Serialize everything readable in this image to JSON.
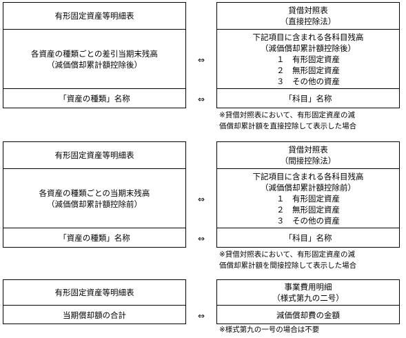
{
  "sections": [
    {
      "left": {
        "header": "有形固定資産等明細表",
        "middle": [
          "各資産の種類ごとの差引当期末残高",
          "（減価償却累計額控除後）"
        ],
        "bottom": "「資産の種類」名称"
      },
      "right": {
        "header": [
          "貸借対照表",
          "（直接控除法）"
        ],
        "middle": [
          "下記項目に含まれる各科目残高",
          "（減価償却累計額控除後）",
          "１　有形固定資産",
          "２　無形固定資産",
          "３　その他の資産"
        ],
        "bottom": "「科目」名称"
      },
      "note": [
        "※貸借対照表において、有形固定資産の減",
        "価償却累計額を直接控除して表示した場合"
      ]
    },
    {
      "left": {
        "header": "有形固定資産等明細表",
        "middle": [
          "各資産の種類ごとの当期末残高",
          "（減価償却累計額控除前）"
        ],
        "bottom": "「資産の種類」名称"
      },
      "right": {
        "header": [
          "貸借対照表",
          "（間接控除法）"
        ],
        "middle": [
          "下記項目に含まれる各科目残高",
          "（減価償却累計額控除前）",
          "１　有形固定資産",
          "２　無形固定資産",
          "３　その他の資産"
        ],
        "bottom": "「科目」名称"
      },
      "note": [
        "※貸借対照表において、有形固定資産の減",
        "価償却累計額を間接控除して表示した場合"
      ]
    },
    {
      "left": {
        "header": "有形固定資産等明細表",
        "bottom": "当期償却額の合計"
      },
      "right": {
        "header": [
          "事業費用明細",
          "（様式第九の二号）"
        ],
        "bottom": "減価償却費の金額"
      },
      "note": [
        "※様式第九の一号の場合は不要"
      ]
    }
  ],
  "arrow_symbol": "⇔"
}
